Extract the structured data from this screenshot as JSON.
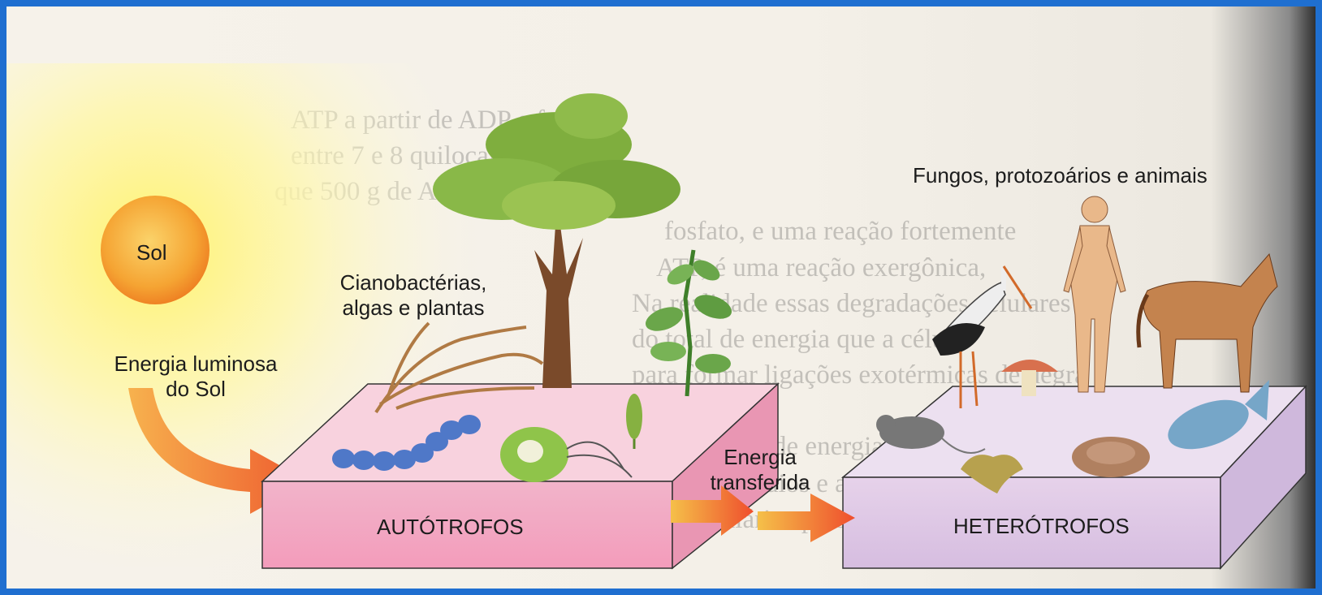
{
  "labels": {
    "sun": "Sol",
    "light_energy_line1": "Energia luminosa",
    "light_energy_line2": "do Sol",
    "producers_line1": "Cianobactérias,",
    "producers_line2": "algas e plantas",
    "consumers": "Fungos, protozoários e animais",
    "transfer_line1": "Energia",
    "transfer_line2": "transferida",
    "autotrophs": "AUTÓTROFOS",
    "heterotrophs": "HETERÓTROFOS"
  },
  "colors": {
    "frame": "#1f6fd0",
    "sun_core": "#f2a12a",
    "sun_glow": "#fff06a",
    "platform_left_top": "#f6c7d8",
    "platform_left_front": "#f2a9c2",
    "platform_right_top": "#e8d6ec",
    "platform_right_front": "#dcc4e4",
    "arrow": "#f07e3a"
  },
  "icons": [
    "sun-icon",
    "tree-icon",
    "plant-icon",
    "seaweed-icon",
    "cyanobacteria-icon",
    "protozoan-icon",
    "wheat-icon",
    "stork-icon",
    "human-icon",
    "horse-icon",
    "mushroom-icon",
    "mouse-icon",
    "fish-icon",
    "amoeba-icon",
    "shell-icon"
  ]
}
